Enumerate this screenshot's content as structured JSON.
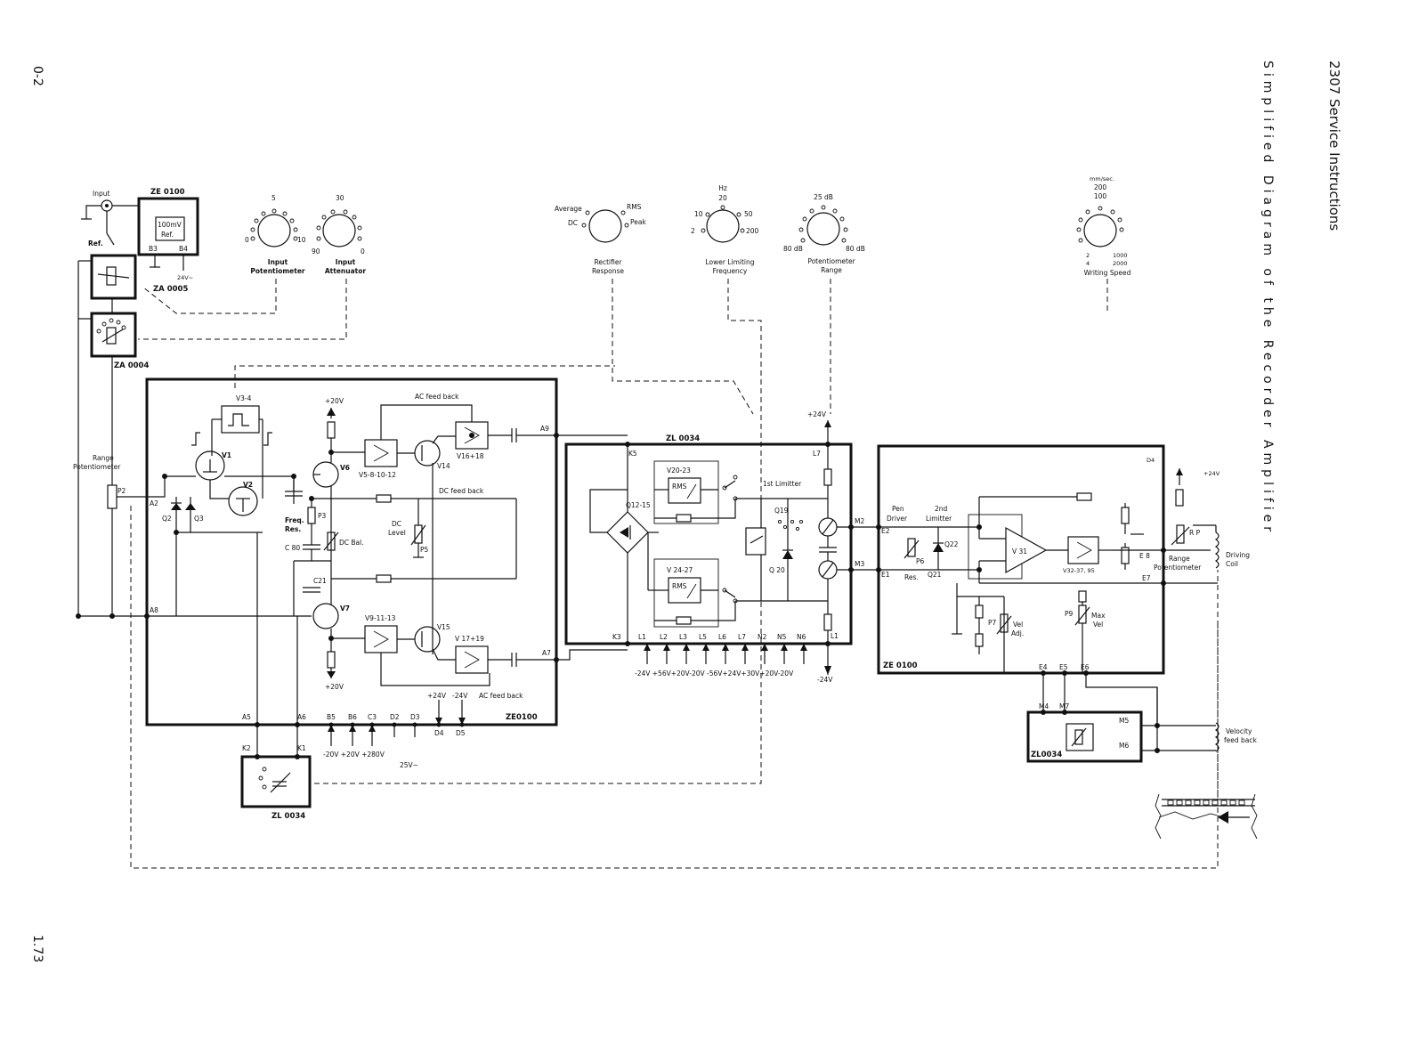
{
  "header": {
    "doc_title": "2307 Service Instructions",
    "diagram_title": "Simplified Diagram of the Recorder Amplifier",
    "page_code": "0-2",
    "page_number": "1.73"
  },
  "controls": {
    "input_pot": {
      "label_1": "Input",
      "label_2": "Potentiometer",
      "top": "5",
      "left": "0",
      "right": "10"
    },
    "input_att": {
      "label_1": "Input",
      "label_2": "Attenuator",
      "top": "30",
      "left": "90",
      "right": "0"
    },
    "rectifier": {
      "label_1": "Rectifier",
      "label_2": "Response",
      "average": "Average",
      "rms": "RMS",
      "dc": "DC",
      "peak": "Peak"
    },
    "lower_freq": {
      "label_1": "Lower Limiting",
      "label_2": "Frequency",
      "unit": "Hz",
      "v20": "20",
      "v10": "10",
      "v50": "50",
      "v2": "2",
      "v200": "200"
    },
    "pot_range": {
      "label_1": "Potentiometer",
      "label_2": "Range",
      "top": "25 dB",
      "left": "80 dB",
      "right": "80 dB"
    },
    "writing_speed": {
      "label": "Writing Speed",
      "unit": "mm/sec.",
      "v200": "200",
      "v100": "100",
      "v2": "2",
      "v4": "4",
      "v1000": "1000",
      "v2000": "2000"
    }
  },
  "input_section": {
    "input": "Input",
    "ref": "Ref.",
    "ze0100_top": "ZE 0100",
    "ref_box_1": "100mV",
    "ref_box_2": "Ref.",
    "b3": "B3",
    "b4": "B4",
    "ac24": "24V~",
    "za0005": "ZA 0005",
    "za0004": "ZA 0004",
    "range_pot_1": "Range",
    "range_pot_2": "Potentiometer",
    "p2": "P2"
  },
  "ze0100_left": {
    "name": "ZE0100",
    "v3_4": "V3-4",
    "v1": "V1",
    "v2": "V2",
    "q2": "Q2",
    "q3": "Q3",
    "a2": "A2",
    "a8": "A8",
    "p20v_top": "+20V",
    "v6": "V6",
    "v7": "V7",
    "p20v_bot": "+20V",
    "freq_res_1": "Freq.",
    "freq_res_2": "Res.",
    "p3": "P3",
    "c80": "C 80",
    "dc_bal": "DC Bal.",
    "c21": "C21",
    "ac_feedback_top": "AC feed back",
    "v5": "V5-8-10-12",
    "v14": "V14",
    "v16": "V16+18",
    "a9": "A9",
    "dc_feedback": "DC feed back",
    "dc_level_1": "DC",
    "dc_level_2": "Level",
    "p5": "P5",
    "v9": "V9-11-13",
    "v15": "V15",
    "v17": "V 17+19",
    "a7": "A7",
    "a5": "A5",
    "a6": "A6",
    "b5": "B5",
    "b6": "B6",
    "c3": "C3",
    "d2": "D2",
    "d3": "D3",
    "d4": "D4",
    "d5": "D5",
    "p24v": "+24V",
    "m24v": "-24V",
    "ac_feedback_bot": "AC feed back",
    "supplies": "-20V +20V +280V",
    "ac25": "25V~"
  },
  "zl0034_left": {
    "name": "ZL 0034",
    "k2": "K2",
    "k1": "K1"
  },
  "zl0034_mid": {
    "name": "ZL 0034",
    "k5": "K5",
    "k3": "K3",
    "q12": "Q12-15",
    "v20": "V20-23",
    "rms_top": "RMS",
    "v24": "V 24-27",
    "rms_bot": "RMS",
    "limiter": "1st Limitter",
    "q19": "Q19",
    "q20": "Q 20",
    "p24v": "+24V",
    "l7": "L7",
    "l1r": "L1",
    "m2": "M2",
    "m3": "M3",
    "pins": [
      "L1",
      "L2",
      "L3",
      "L5",
      "L6",
      "L7",
      "N2",
      "N5",
      "N6"
    ],
    "voltages": "-24V +56V+20V-20V -56V+24V+30V+20V-20V",
    "m24": "-24V"
  },
  "ze0100_right": {
    "name": "ZE 0100",
    "d4": "D4",
    "p24v": "+24V",
    "pen_driver_1": "Pen",
    "pen_driver_2": "Driver",
    "limiter_1": "2nd",
    "limiter_2": "Limitter",
    "e2": "E2",
    "e1": "E1",
    "p6": "P6",
    "res": "Res.",
    "q21": "Q21",
    "q22": "Q22",
    "v31": "V 31",
    "v32": "V32-37, 95",
    "e8": "E 8",
    "e7": "E7",
    "p7": "P7",
    "vel_adj_1": "Vel",
    "vel_adj_2": "Adj.",
    "p9": "P9",
    "max_vel_1": "Max",
    "max_vel_2": "Vel",
    "e4": "E4",
    "e5": "E5",
    "e6": "E6",
    "rp": "R P",
    "range_pot_1": "Range",
    "range_pot_2": "Potentiometer",
    "coil_1": "Driving",
    "coil_2": "Coil"
  },
  "zl0034_right": {
    "name": "ZL0034",
    "m4": "M4",
    "m7": "M7",
    "m5": "M5",
    "m6": "M6",
    "vel_fb_1": "Velocity",
    "vel_fb_2": "feed back"
  }
}
